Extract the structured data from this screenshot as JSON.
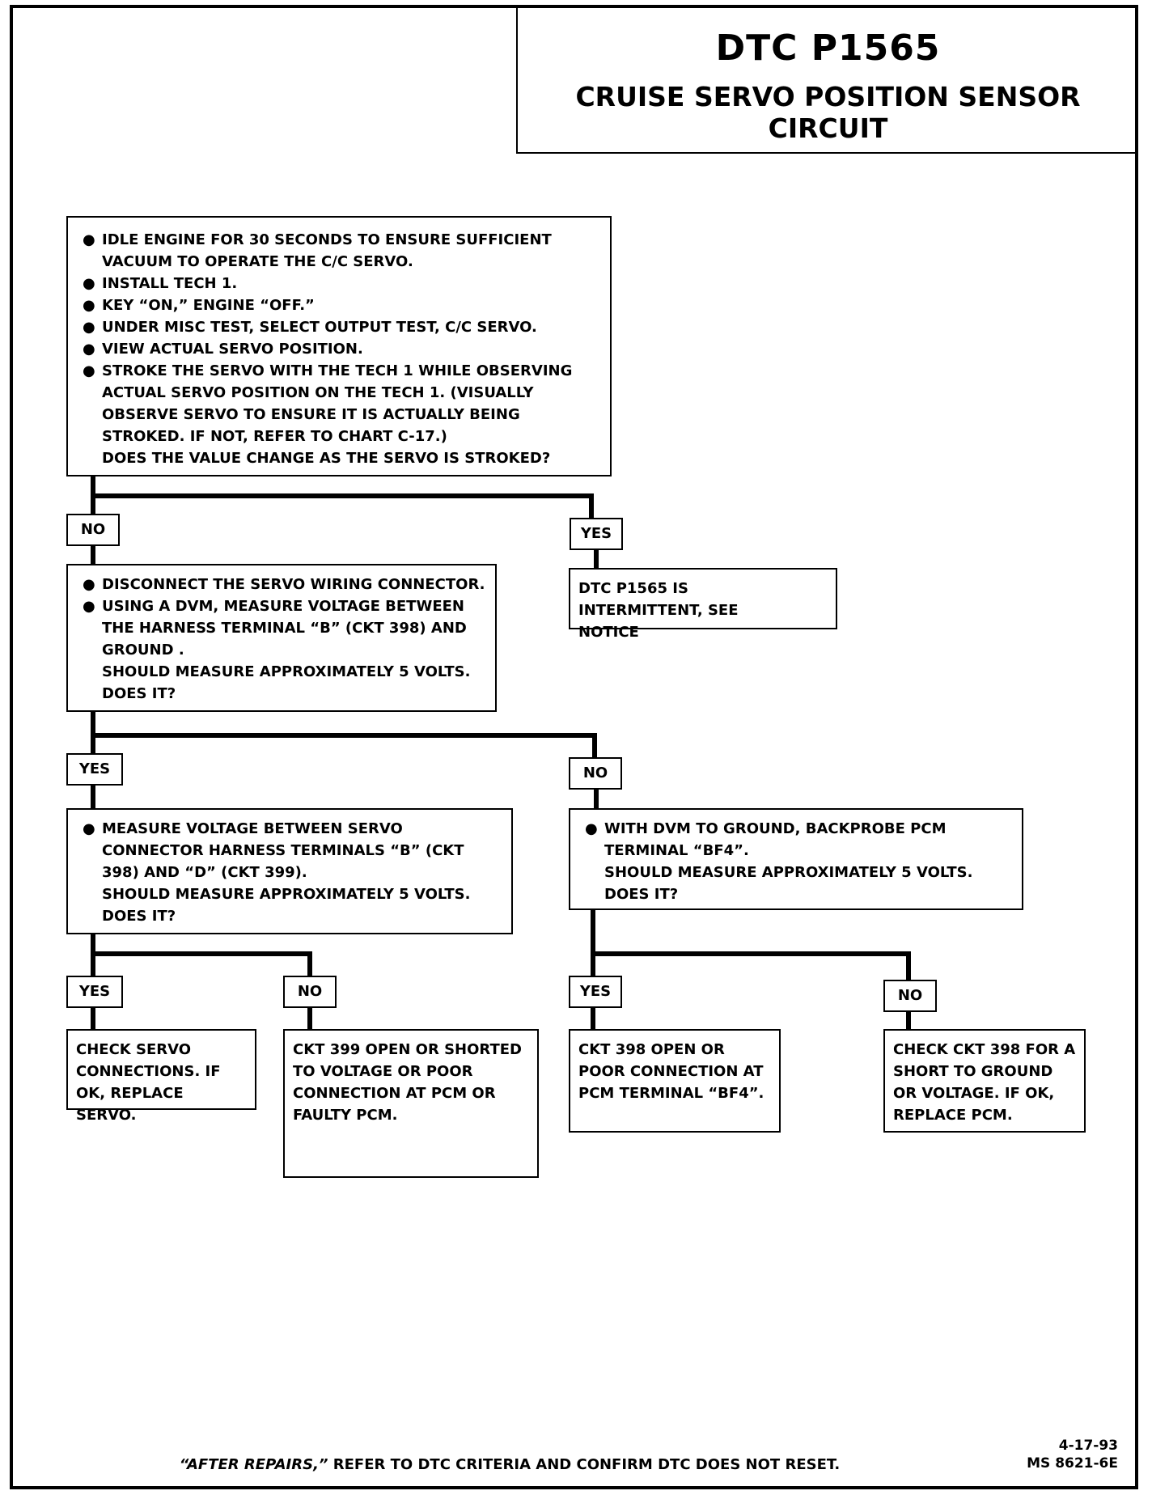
{
  "header": {
    "title": "DTC P1565",
    "subtitle": "CRUISE SERVO POSITION SENSOR CIRCUIT"
  },
  "bullet": "●",
  "steps": {
    "step1": {
      "bullets": [
        "IDLE ENGINE FOR 30 SECONDS TO ENSURE SUFFICIENT VACUUM TO OPERATE THE C/C SERVO.",
        "INSTALL TECH 1.",
        "KEY “ON,” ENGINE “OFF.”",
        "UNDER MISC TEST, SELECT OUTPUT TEST, C/C SERVO.",
        "VIEW ACTUAL SERVO POSITION.",
        "STROKE THE SERVO WITH THE TECH 1 WHILE OBSERVING ACTUAL SERVO POSITION ON THE TECH 1.  (VISUALLY OBSERVE SERVO TO ENSURE IT IS ACTUALLY BEING STROKED. IF NOT, REFER TO CHART C-17.)"
      ],
      "question": "DOES THE VALUE CHANGE AS THE SERVO IS STROKED?"
    },
    "step1_yes_result": "DTC P1565 IS INTERMITTENT, SEE NOTICE",
    "step2": {
      "bullets": [
        "DISCONNECT THE SERVO WIRING CONNECTOR.",
        "USING  A DVM, MEASURE VOLTAGE BETWEEN THE HARNESS TERMINAL “B” (CKT 398) AND GROUND ."
      ],
      "question": "SHOULD MEASURE APPROXIMATELY 5 VOLTS.\nDOES IT?"
    },
    "step3": {
      "bullets": [
        "MEASURE VOLTAGE BETWEEN SERVO CONNECTOR HARNESS TERMINALS “B” (CKT 398) AND “D” (CKT 399)."
      ],
      "question": "SHOULD MEASURE APPROXIMATELY 5 VOLTS.\nDOES IT?"
    },
    "step4": {
      "bullets": [
        "WITH DVM TO GROUND, BACKPROBE PCM TERMINAL “BF4”."
      ],
      "question": "SHOULD MEASURE APPROXIMATELY 5 VOLTS.\nDOES IT?"
    },
    "result_a": "CHECK SERVO\nCONNECTIONS.  IF\nOK, REPLACE SERVO.",
    "result_b": "CKT 399 OPEN OR SHORTED\nTO VOLTAGE\nOR\nPOOR CONNECTION AT PCM\nOR\nFAULTY PCM.",
    "result_c": "CKT 398 OPEN\nOR\nPOOR CONNECTION AT\nPCM TERMINAL “BF4”.",
    "result_d": "CHECK CKT 398 FOR A\nSHORT TO GROUND\nOR VOLTAGE.  IF OK,\nREPLACE PCM."
  },
  "labels": {
    "yes": "YES",
    "no": "NO"
  },
  "footer": {
    "italic": "“AFTER REPAIRS,”",
    "text": " REFER TO DTC CRITERIA AND CONFIRM DTC DOES NOT RESET.",
    "date": "4-17-93",
    "code": "MS 8621-6E"
  }
}
